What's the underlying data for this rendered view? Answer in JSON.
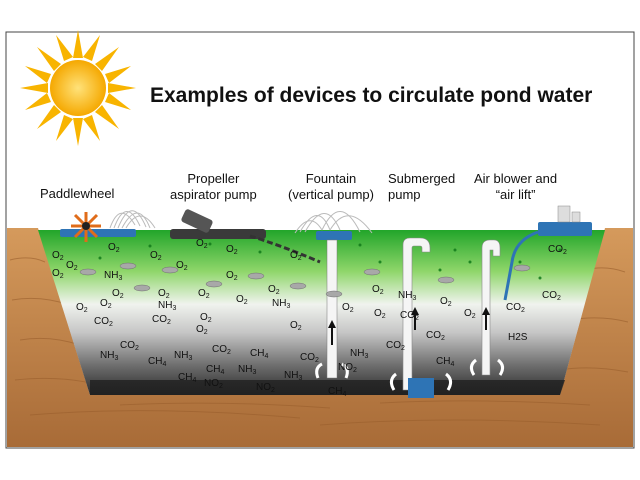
{
  "title": "Examples of devices to circulate pond water",
  "devices": [
    {
      "name": "Paddlewheel",
      "line1": "Paddlewheel",
      "line2": ""
    },
    {
      "name": "Propeller aspirator pump",
      "line1": "Propeller",
      "line2": "aspirator pump"
    },
    {
      "name": "Fountain (vertical pump)",
      "line1": "Fountain",
      "line2": "(vertical pump)"
    },
    {
      "name": "Submerged pump",
      "line1": "Submerged",
      "line2": "pump"
    },
    {
      "name": "Air blower and air lift",
      "line1": "Air blower and",
      "line2": "“air lift”"
    }
  ],
  "chemicals": {
    "oxygen": "O2",
    "ammonia": "NH3",
    "carbon_dioxide": "CO2",
    "methane": "CH4",
    "nitrite": "NO2",
    "hydrogen_sulfide": "H2S"
  },
  "colors": {
    "sun": "#f7b500",
    "soil": "#c98a4f",
    "water_top": "#2fae2f",
    "water_mid": "#c8c8c8",
    "water_bottom": "#333333",
    "device_blue": "#2e74b5"
  }
}
